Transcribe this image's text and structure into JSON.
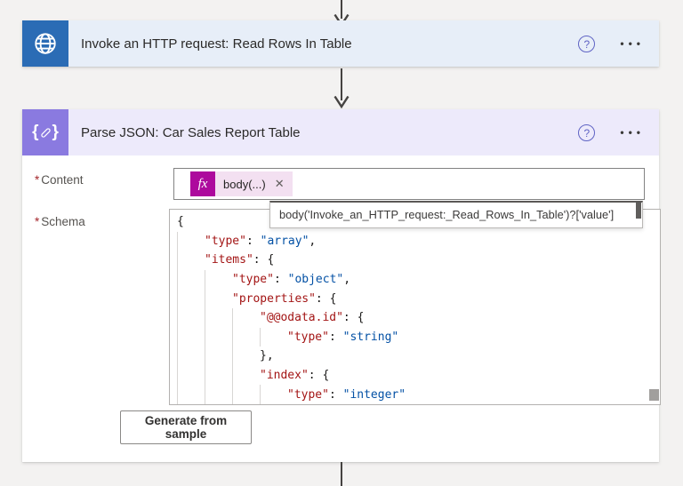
{
  "flow": {
    "http_card": {
      "title": "Invoke an HTTP request: Read Rows In Table",
      "help_icon": "?",
      "more_icon": "•••",
      "brand_color": "#2b6cb5",
      "header_bg": "#e7eef8"
    },
    "parse_card": {
      "title": "Parse JSON: Car Sales Report Table",
      "help_icon": "?",
      "more_icon": "•••",
      "brand_color": "#8a7ae0",
      "header_bg": "#edeafb",
      "icon_glyphs": {
        "brace_open": "{",
        "brace_close": "}"
      }
    }
  },
  "form": {
    "required_mark": "*",
    "content_label": "Content",
    "schema_label": "Schema",
    "content_token": {
      "fx_label": "fx",
      "text": "body(...)",
      "close_icon": "✕",
      "fx_bg": "#ad0a9d",
      "pill_bg": "#f3e0f1"
    },
    "expression_tooltip": "body('Invoke_an_HTTP_request:_Read_Rows_In_Table')?['value']",
    "generate_button": "Generate from sample"
  },
  "schema_code": {
    "font_colors": {
      "key": "#a31515",
      "string": "#0451a5",
      "punct": "#1b1a19"
    },
    "lines": [
      {
        "indent": 0,
        "tokens": [
          {
            "c": "punct",
            "t": "{"
          }
        ]
      },
      {
        "indent": 1,
        "tokens": [
          {
            "c": "key",
            "t": "\"type\""
          },
          {
            "c": "punct",
            "t": ": "
          },
          {
            "c": "string",
            "t": "\"array\""
          },
          {
            "c": "punct",
            "t": ","
          }
        ]
      },
      {
        "indent": 1,
        "tokens": [
          {
            "c": "key",
            "t": "\"items\""
          },
          {
            "c": "punct",
            "t": ": {"
          }
        ]
      },
      {
        "indent": 2,
        "tokens": [
          {
            "c": "key",
            "t": "\"type\""
          },
          {
            "c": "punct",
            "t": ": "
          },
          {
            "c": "string",
            "t": "\"object\""
          },
          {
            "c": "punct",
            "t": ","
          }
        ]
      },
      {
        "indent": 2,
        "tokens": [
          {
            "c": "key",
            "t": "\"properties\""
          },
          {
            "c": "punct",
            "t": ": {"
          }
        ]
      },
      {
        "indent": 3,
        "tokens": [
          {
            "c": "key",
            "t": "\"@@odata.id\""
          },
          {
            "c": "punct",
            "t": ": {"
          }
        ]
      },
      {
        "indent": 4,
        "tokens": [
          {
            "c": "key",
            "t": "\"type\""
          },
          {
            "c": "punct",
            "t": ": "
          },
          {
            "c": "string",
            "t": "\"string\""
          }
        ]
      },
      {
        "indent": 3,
        "tokens": [
          {
            "c": "punct",
            "t": "},"
          }
        ]
      },
      {
        "indent": 3,
        "tokens": [
          {
            "c": "key",
            "t": "\"index\""
          },
          {
            "c": "punct",
            "t": ": {"
          }
        ]
      },
      {
        "indent": 4,
        "tokens": [
          {
            "c": "key",
            "t": "\"type\""
          },
          {
            "c": "punct",
            "t": ": "
          },
          {
            "c": "string",
            "t": "\"integer\""
          }
        ]
      }
    ]
  }
}
